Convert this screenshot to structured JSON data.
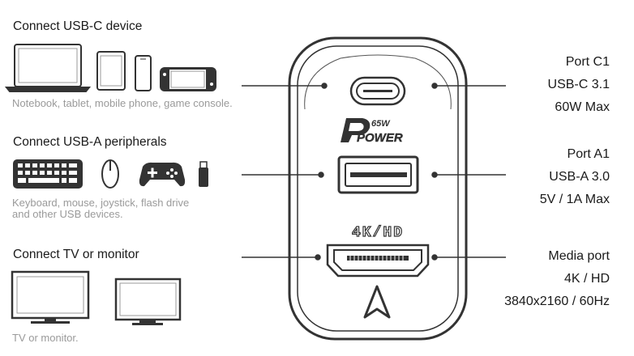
{
  "sections": {
    "usbc": {
      "heading": "Connect USB-C device",
      "caption": "Notebook, tablet, mobile phone, game console."
    },
    "usba": {
      "heading": "Connect USB-A peripherals",
      "caption_line1": "Keyboard, mouse, joystick, flash drive",
      "caption_line2": "and other USB devices."
    },
    "tv": {
      "heading": "Connect TV or monitor",
      "caption": "TV or monitor."
    }
  },
  "ports": {
    "c1": {
      "name": "Port C1",
      "type": "USB-C 3.1",
      "power": "60W Max"
    },
    "a1": {
      "name": "Port A1",
      "type": "USB-A 3.0",
      "power": "5V / 1A Max"
    },
    "media": {
      "name": "Media port",
      "type": "4K / HD",
      "power": "3840x2160 / 60Hz"
    }
  },
  "charger": {
    "logo_wattage": "65W",
    "logo_word": "POWER",
    "media_label": "4K/HD"
  },
  "icons": [
    "laptop-icon",
    "tablet-icon",
    "phone-icon",
    "game-console-icon",
    "keyboard-icon",
    "mouse-icon",
    "gamepad-icon",
    "flash-drive-icon",
    "tv-icon",
    "monitor-icon"
  ],
  "colors": {
    "line": "#333333",
    "caption": "#9a9a9a",
    "text": "#1a1a1a"
  }
}
